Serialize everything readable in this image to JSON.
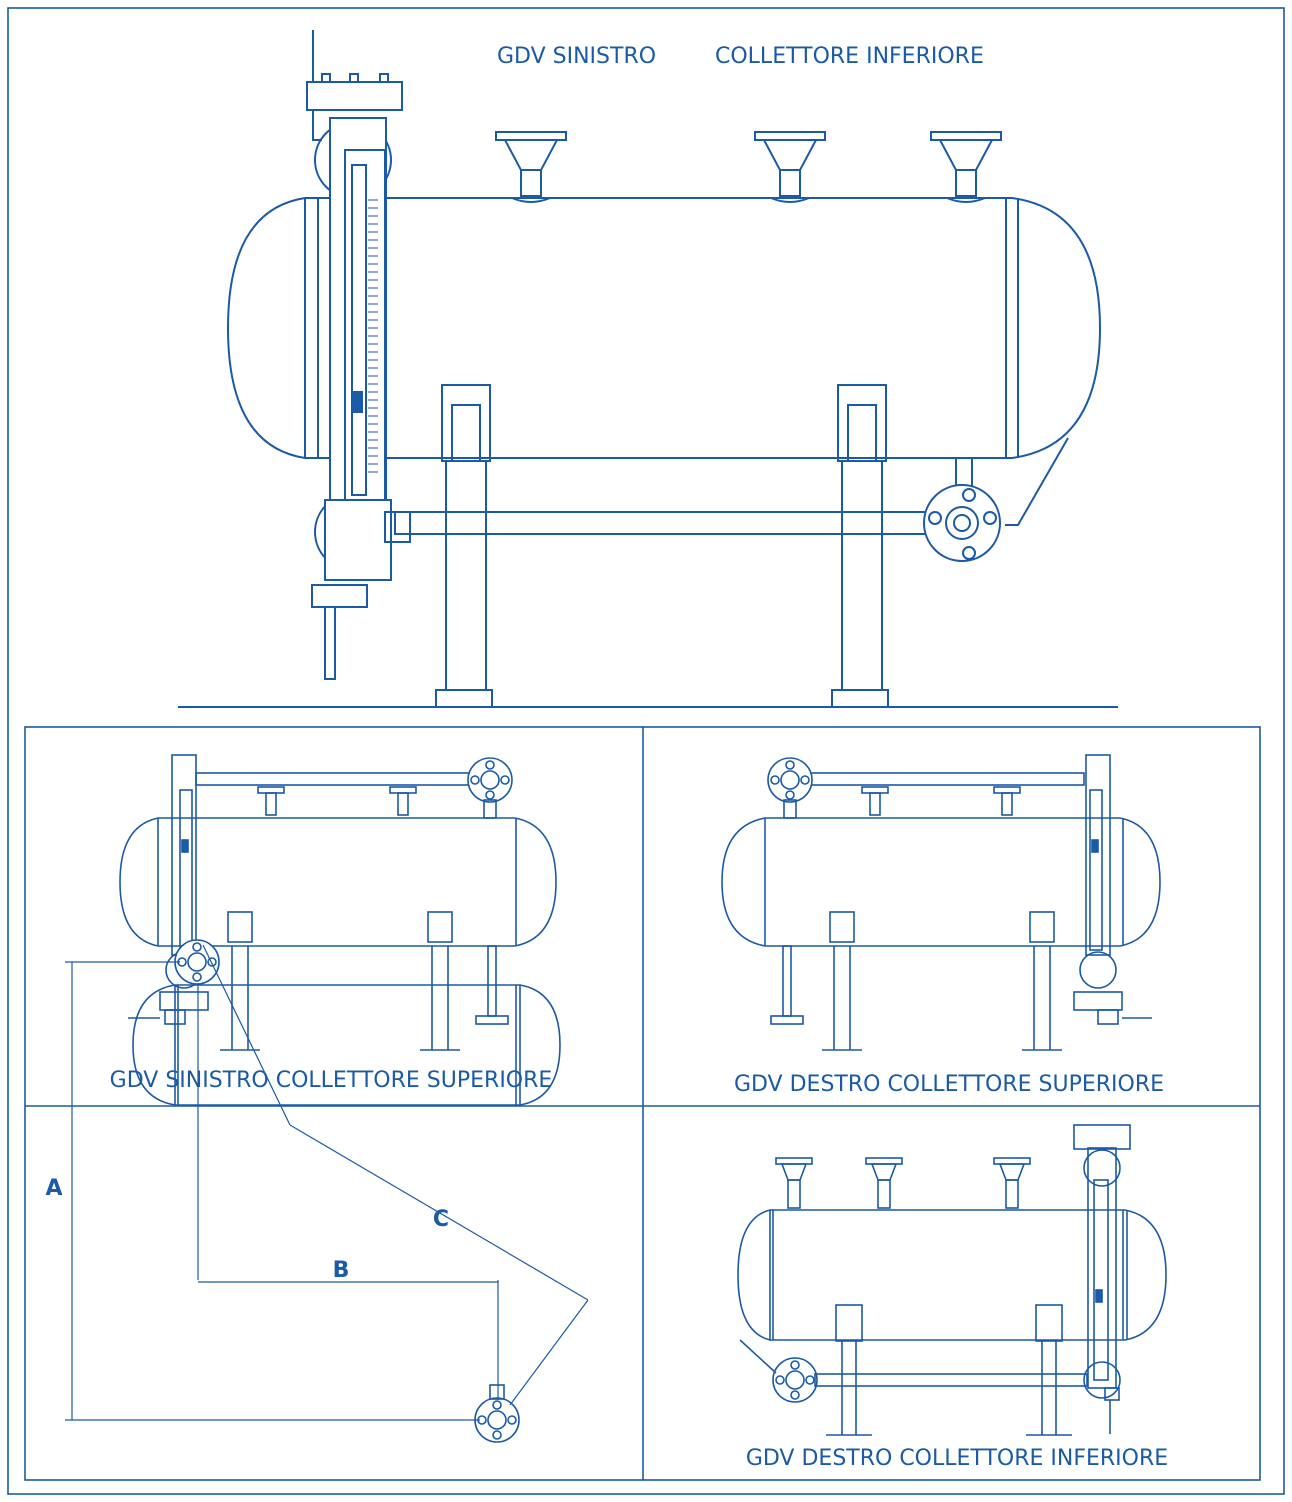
{
  "colors": {
    "line": "#1b5aa6",
    "background": "#ffffff"
  },
  "main_panel": {
    "label_side": "GDV SINISTRO",
    "label_collector": "COLLETTORE INFERIORE"
  },
  "panels": {
    "top_left": {
      "caption": "GDV SINISTRO COLLETTORE SUPERIORE"
    },
    "top_right": {
      "caption": "GDV DESTRO COLLETTORE SUPERIORE"
    },
    "bottom_right": {
      "caption": "GDV DESTRO COLLETTORE INFERIORE"
    }
  },
  "dimensions": {
    "a": "A",
    "b": "B",
    "c": "C"
  }
}
